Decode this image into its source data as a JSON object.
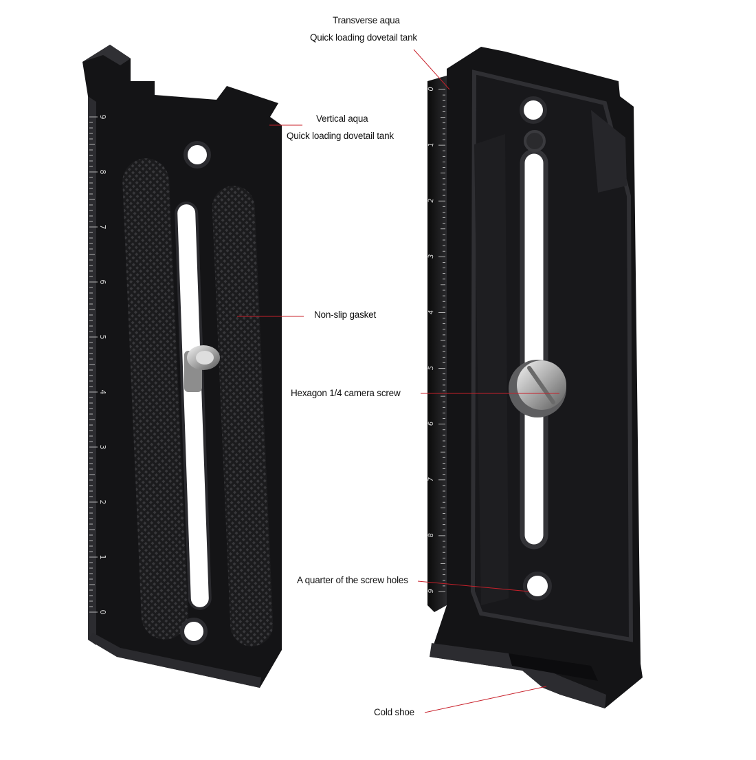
{
  "labels": {
    "transverse_line1": "Transverse aqua",
    "transverse_line2": "Quick loading dovetail tank",
    "vertical_line1": "Vertical aqua",
    "vertical_line2": "Quick loading dovetail tank",
    "nonslip": "Non-slip gasket",
    "hexagon": "Hexagon 1/4 camera screw",
    "quarter": "A quarter of the screw holes",
    "coldshoe": "Cold shoe"
  },
  "scale_numbers": [
    "0",
    "1",
    "2",
    "3",
    "4",
    "5",
    "6",
    "7",
    "8",
    "9"
  ],
  "colors": {
    "leader_line": "#c8202a",
    "plate_dark": "#141416",
    "plate_mid": "#2a2a2e",
    "scale_ink": "#d9d9d9"
  }
}
